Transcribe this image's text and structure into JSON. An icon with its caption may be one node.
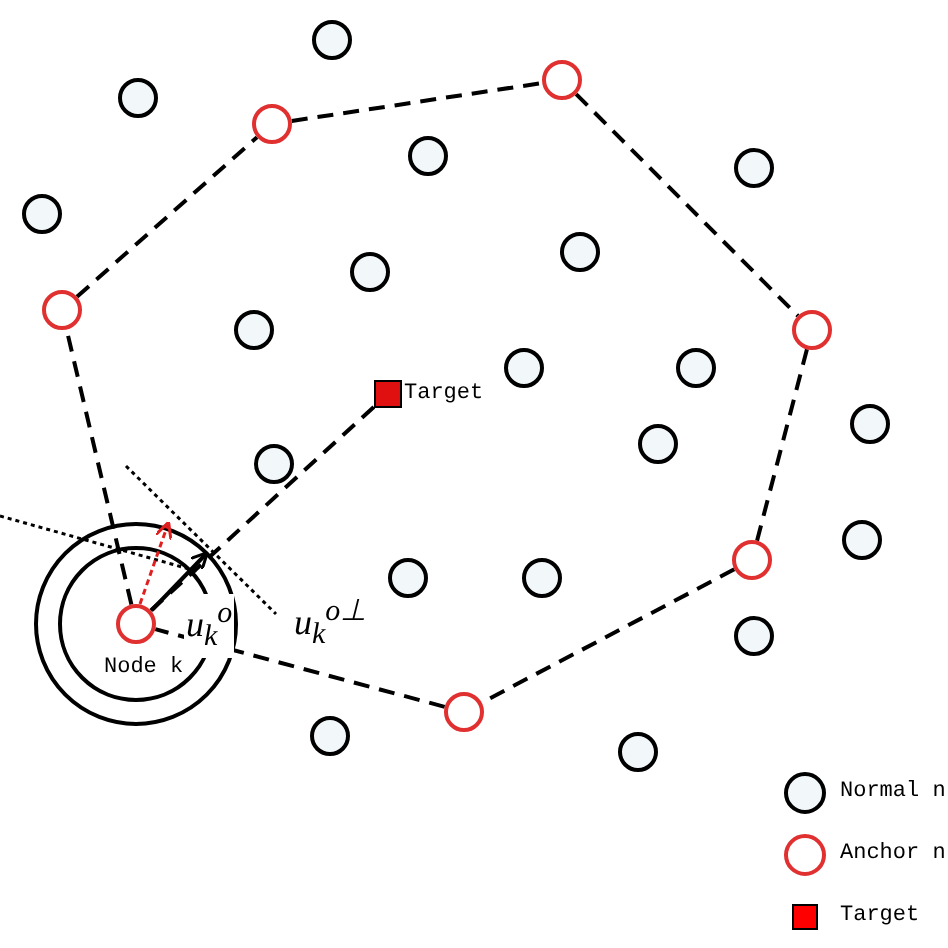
{
  "diagram": {
    "nodes": [
      {
        "text": [],
        "shape": "circle"
      },
      {
        "text": [],
        "shape": "circle"
      },
      {
        "text": [],
        "shape": "circle"
      },
      {
        "text": [],
        "shape": "circle"
      },
      {
        "text": [],
        "shape": "circle"
      },
      {
        "text": [],
        "shape": "circle"
      },
      {
        "text": [],
        "shape": "circle"
      },
      {
        "text": [],
        "shape": "circle"
      },
      {
        "text": [],
        "shape": "circle"
      },
      {
        "text": [],
        "shape": "circle"
      },
      {
        "text": [],
        "shape": "circle"
      },
      {
        "text": [],
        "shape": "circle"
      },
      {
        "text": [],
        "shape": "circle"
      },
      {
        "text": [],
        "shape": "circle"
      },
      {
        "text": [],
        "shape": "box",
        "beside": [
          "Target"
        ]
      },
      {
        "text": [],
        "shape": "circle"
      },
      {
        "text": [],
        "shape": "circle"
      },
      {
        "text": [],
        "shape": "circle"
      },
      {
        "text": [],
        "shape": "circle"
      },
      {
        "text": [],
        "shape": "circle"
      },
      {
        "text": [],
        "shape": "circle"
      },
      {
        "text": [],
        "shape": "circle"
      },
      {
        "text": [],
        "shape": "circle",
        "beside": [
          "Node k"
        ]
      },
      {
        "text": [],
        "shape": "circle"
      },
      {
        "text": [],
        "shape": "circle"
      },
      {
        "text": [],
        "shape": "circle"
      },
      {
        "text": [],
        "shape": "circle"
      }
    ],
    "edges": [
      {
        "from": 9,
        "to": 3,
        "arrow": "none",
        "style": "dashed"
      },
      {
        "from": 3,
        "to": 1,
        "arrow": "none",
        "style": "dashed"
      },
      {
        "from": 1,
        "to": 11,
        "arrow": "none",
        "style": "dashed"
      },
      {
        "from": 11,
        "to": 19,
        "arrow": "none",
        "style": "dashed"
      },
      {
        "from": 19,
        "to": 24,
        "arrow": "none",
        "style": "dashed"
      },
      {
        "from": 24,
        "to": 22,
        "arrow": "none",
        "style": "dashed"
      },
      {
        "from": 22,
        "to": 9,
        "arrow": "none",
        "style": "dashed"
      },
      {
        "from": 22,
        "to": 14,
        "arrow": "none",
        "style": "dashed"
      }
    ],
    "labels": [
      "u$_{k}$$^{o}$",
      "u$_{k}$$^{o⊥}$"
    ],
    "legend": [
      {
        "text": "Normal n"
      },
      {
        "text": "Anchor n"
      },
      {
        "text": "Target",
        "color": "#ff0000"
      }
    ]
  }
}
